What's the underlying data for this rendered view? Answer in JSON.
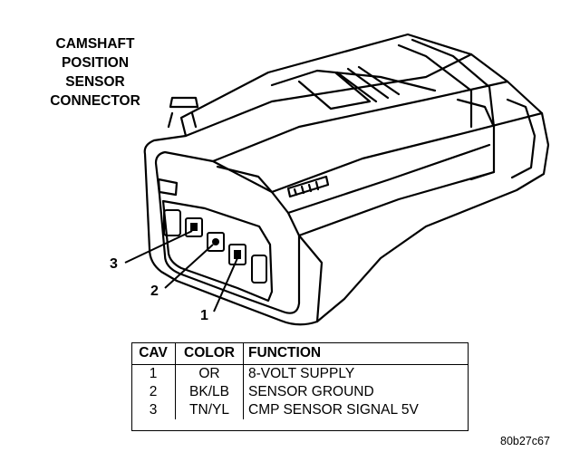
{
  "title_lines": [
    "CAMSHAFT",
    "POSITION",
    "SENSOR",
    "CONNECTOR"
  ],
  "callouts": {
    "pin3": "3",
    "pin2": "2",
    "pin1": "1"
  },
  "table": {
    "headers": {
      "cav": "CAV",
      "color": "COLOR",
      "function": "FUNCTION"
    },
    "rows": [
      {
        "cav": "1",
        "color": "OR",
        "function": "8-VOLT SUPPLY"
      },
      {
        "cav": "2",
        "color": "BK/LB",
        "function": "SENSOR GROUND"
      },
      {
        "cav": "3",
        "color": "TN/YL",
        "function": "CMP SENSOR SIGNAL 5V"
      }
    ]
  },
  "figure_id": "80b27c67"
}
